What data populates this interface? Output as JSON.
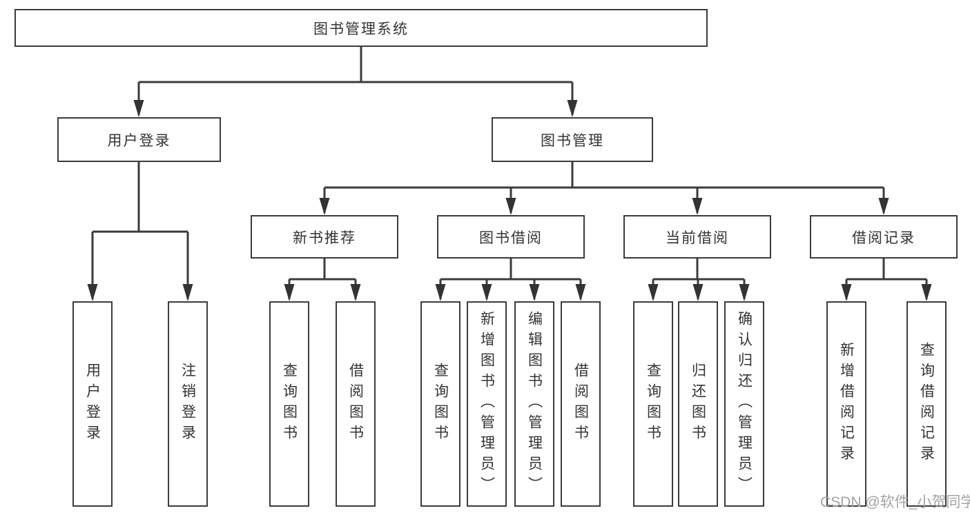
{
  "tree": {
    "root": {
      "label": "图书管理系统",
      "children": [
        {
          "label": "用户登录",
          "children": [
            {
              "label": "用户登录"
            },
            {
              "label": "注销登录"
            }
          ]
        },
        {
          "label": "图书管理",
          "children": [
            {
              "label": "新书推荐",
              "children": [
                {
                  "label": "查询图书"
                },
                {
                  "label": "借阅图书"
                }
              ]
            },
            {
              "label": "图书借阅",
              "children": [
                {
                  "label": "查询图书"
                },
                {
                  "label": "新增图书（管理员）"
                },
                {
                  "label": "编辑图书（管理员）"
                },
                {
                  "label": "借阅图书"
                }
              ]
            },
            {
              "label": "当前借阅",
              "children": [
                {
                  "label": "查询图书"
                },
                {
                  "label": "归还图书"
                },
                {
                  "label": "确认归还（管理员）"
                }
              ]
            },
            {
              "label": "借阅记录",
              "children": [
                {
                  "label": "新增借阅记录"
                },
                {
                  "label": "查询借阅记录"
                }
              ]
            }
          ]
        }
      ]
    }
  },
  "watermark": {
    "text": "CSDN @软件_小贺同学"
  },
  "colors": {
    "line": "#3b3b3b",
    "box_border": "#3b3b3b",
    "text": "#333333",
    "background": "#ffffff",
    "watermark": "#a5a2a2"
  }
}
